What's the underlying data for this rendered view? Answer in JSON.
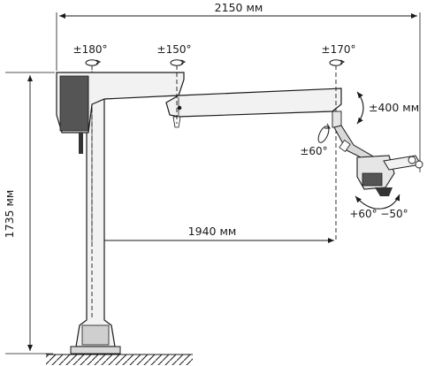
{
  "dimensions": {
    "overall_width": "2150 мм",
    "height": "1735 мм",
    "reach": "1940 мм",
    "vertical_travel": "±400 мм"
  },
  "rotations": {
    "column_top": "±180°",
    "arm_joint": "±150°",
    "arm_end": "±170°",
    "tilt": "±60°",
    "tilt_forward": "+60°",
    "tilt_back": "−50°"
  },
  "colors": {
    "line": "#1a1a1a",
    "body_fill": "#f2f2f2",
    "shade_fill": "#d9d9d9",
    "dark_fill": "#555555"
  }
}
